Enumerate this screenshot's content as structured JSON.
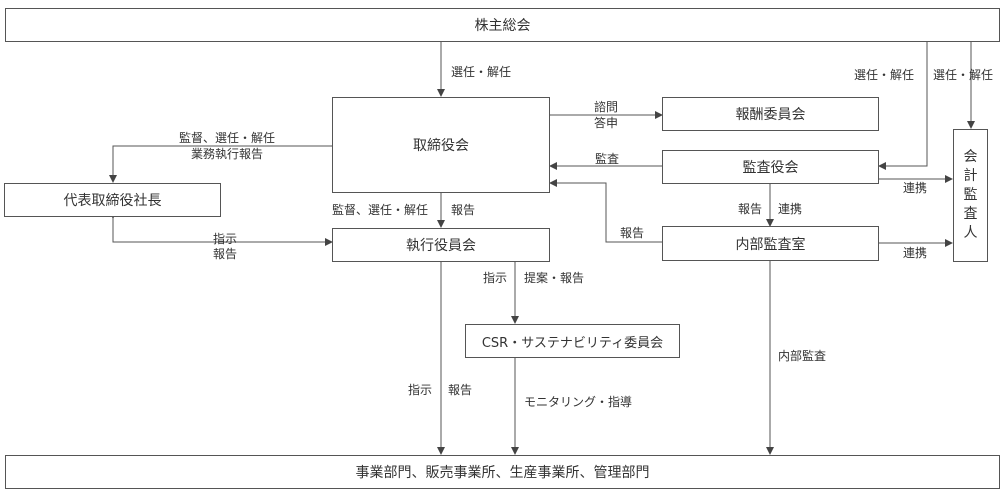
{
  "boxes": {
    "shareholders": "株主総会",
    "board": "取締役会",
    "president": "代表取締役社長",
    "executive": "執行役員会",
    "compensation": "報酬委員会",
    "auditors": "監査役会",
    "internal_audit": "内部監査室",
    "csr": "CSR・サステナビリティ委員会",
    "accounting_auditor": [
      "会",
      "計",
      "監",
      "査",
      "人"
    ],
    "departments": "事業部門、販売事業所、生産事業所、管理部門"
  },
  "labels": {
    "elect1": "選任・解任",
    "elect2": "選任・解任",
    "elect3": "選任・解任",
    "supervise_president_1": "監督、選任・解任",
    "supervise_president_2": "業務執行報告",
    "consult_1": "諮問",
    "consult_2": "答申",
    "audit": "監査",
    "supervise_exec": "監督、選任・解任",
    "report_exec": "報告",
    "instruct_pres_1": "指示",
    "instruct_pres_2": "報告",
    "report_aud": "報告",
    "coop_aud": "連携",
    "report_internal": "報告",
    "coop1": "連携",
    "coop2": "連携",
    "instruct_csr": "指示",
    "propose_csr": "提案・報告",
    "internal_audit_label": "内部監査",
    "instruct_dept": "指示",
    "report_dept": "報告",
    "monitoring": "モニタリング・指導"
  }
}
